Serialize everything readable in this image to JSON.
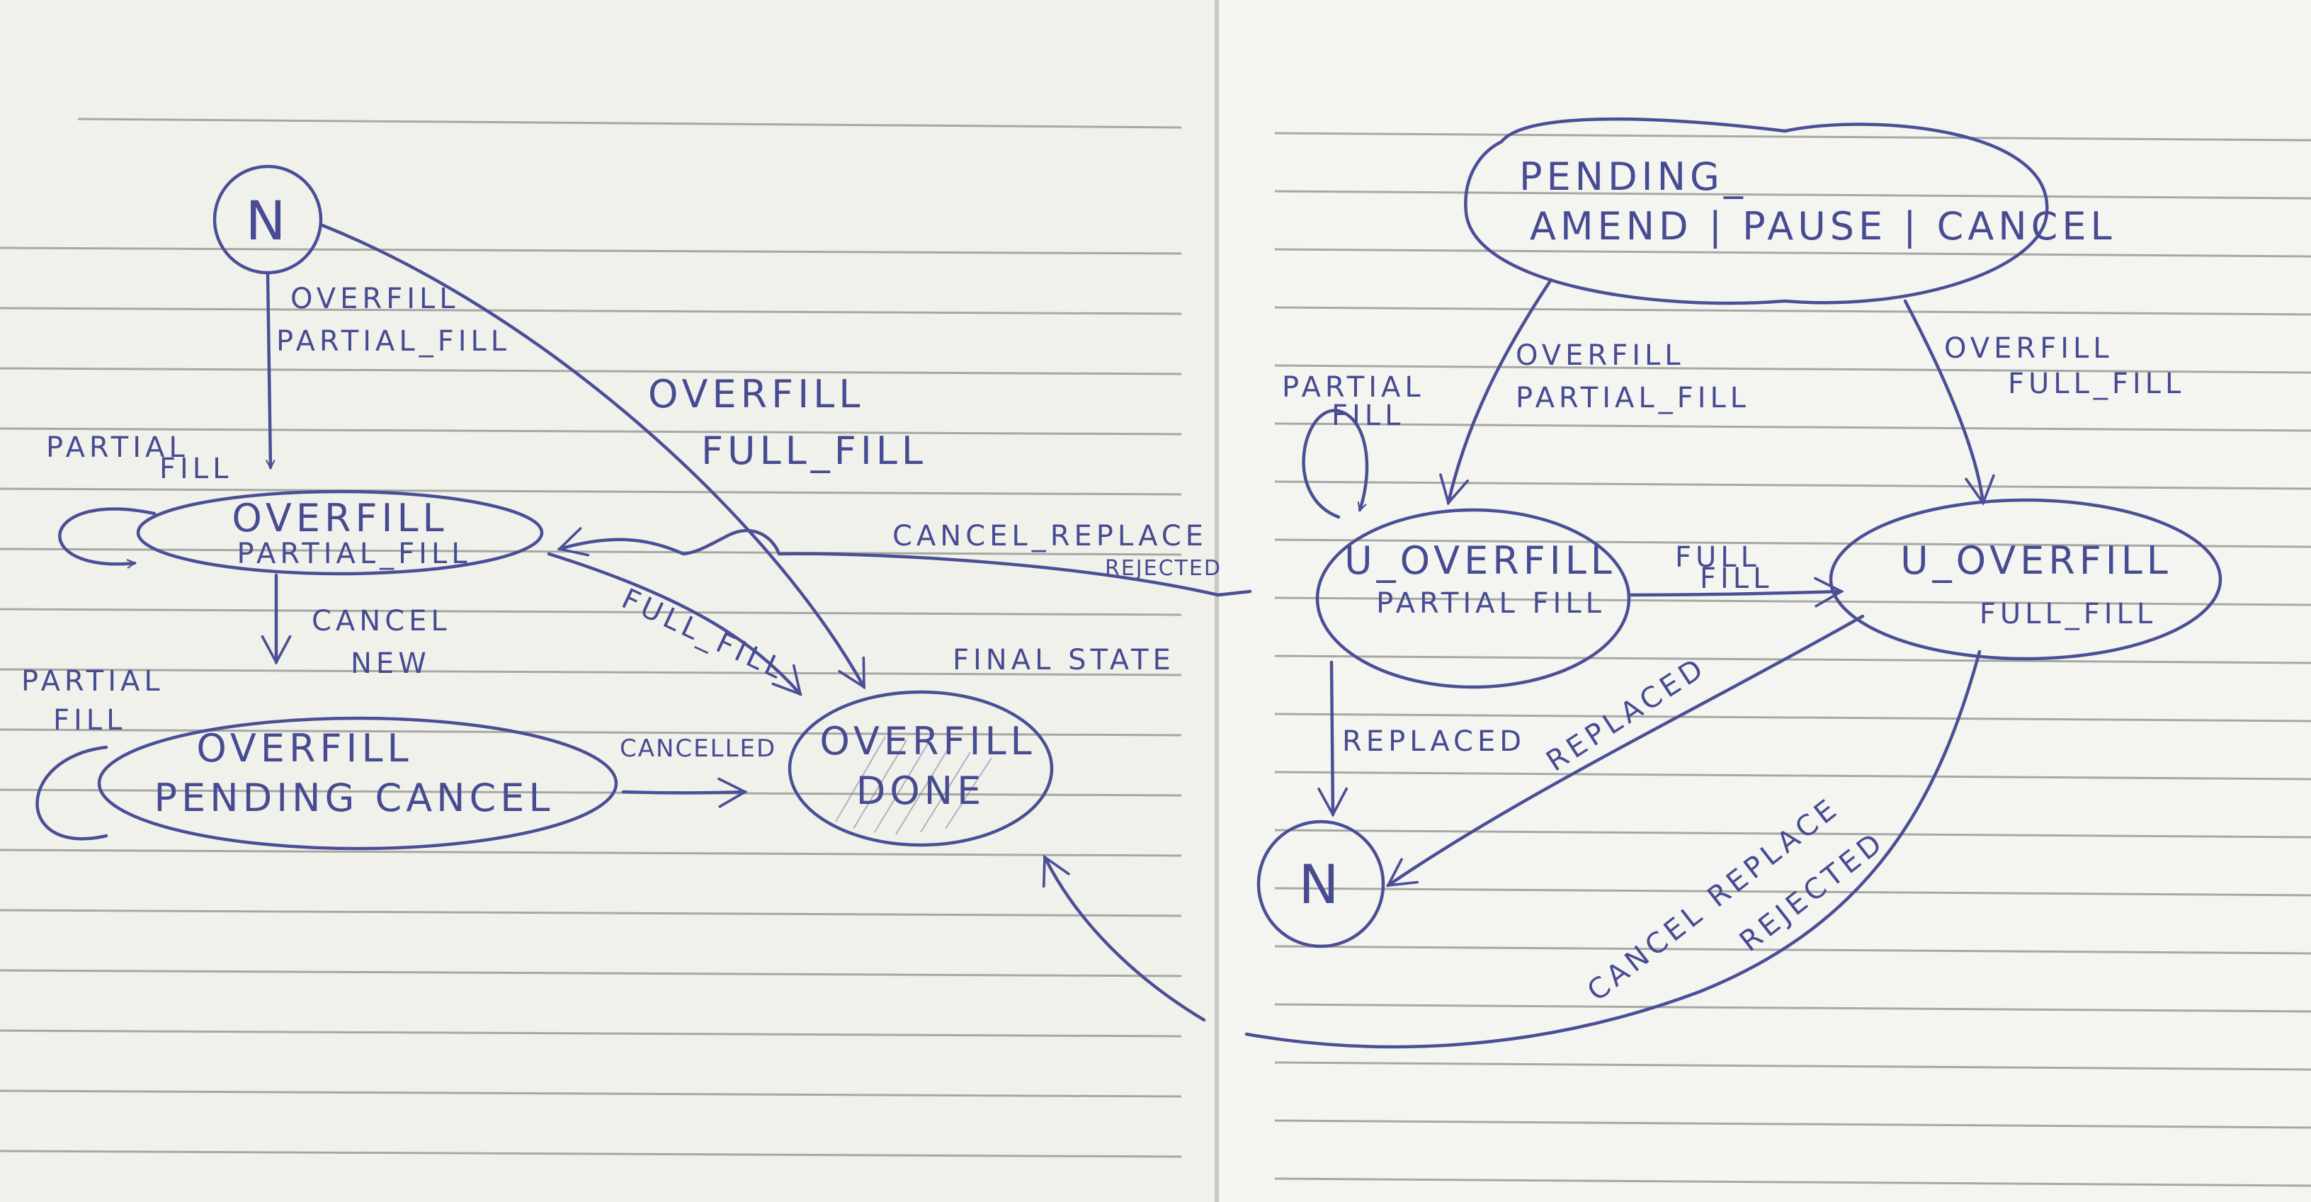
{
  "left_page": {
    "states": {
      "initial": "N",
      "overfill_partial": [
        "OVERFILL",
        "PARTIAL_FILL"
      ],
      "overfill_pending_cancel": [
        "OVERFILL",
        "PENDING CANCEL"
      ],
      "overfill_done": [
        "OVERFILL",
        "DONE"
      ]
    },
    "labels": {
      "n_to_partial": [
        "OVERFILL",
        "PARTIAL_FILL"
      ],
      "n_to_done": [
        "OVERFILL",
        "FULL_FILL"
      ],
      "self_loop_partial": [
        "PARTIAL",
        "FILL"
      ],
      "cancel_new": [
        "CANCEL",
        "NEW"
      ],
      "self_loop_pending": [
        "PARTIAL",
        "FILL"
      ],
      "partial_to_done": "FULL_FILL",
      "cancelled": "CANCELLED",
      "final_state": "FINAL STATE",
      "cancel_replace_rejected": [
        "CANCEL_REPLACE",
        "REJECTED"
      ]
    }
  },
  "right_page": {
    "states": {
      "pending": [
        "PENDING_",
        "AMEND | PAUSE | CANCEL"
      ],
      "u_overfill_partial": [
        "U_OVERFILL",
        "PARTIAL FILL"
      ],
      "u_overfill_full": [
        "U_OVERFILL",
        "FULL_FILL"
      ],
      "terminal": "N"
    },
    "labels": {
      "self_loop": [
        "PARTIAL",
        "FILL"
      ],
      "pending_to_partial": [
        "OVERFILL",
        "PARTIAL_FILL"
      ],
      "pending_to_full": [
        "OVERFILL",
        "FULL_FILL"
      ],
      "partial_to_full": [
        "FULL",
        "FILL"
      ],
      "replaced_down": "REPLACED",
      "replaced_diag": "REPLACED",
      "cancel_replace_rejected": [
        "CANCEL REPLACE",
        "REJECTED"
      ]
    }
  },
  "colors": {
    "ink": "#4a4f96",
    "paper_left": "#f1f1ec",
    "paper_right": "#f4f4f0",
    "rule": "#a7a7a3"
  }
}
